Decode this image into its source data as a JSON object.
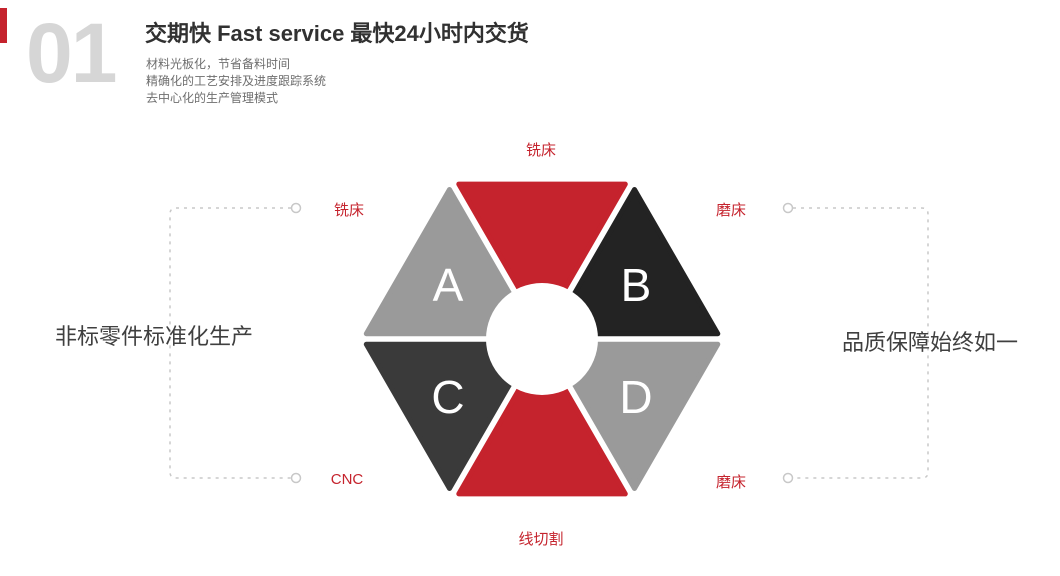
{
  "colors": {
    "accent-red": "#c5232d",
    "number-gray": "#d6d6d6",
    "title-dark": "#313131",
    "body-gray": "#6e6e6e",
    "caption-dark": "#3f3f3f",
    "dash-gray": "#c8c8c8",
    "letter-white": "#ffffff"
  },
  "header": {
    "index": "01",
    "title": "交期快  Fast service 最快24小时内交货",
    "bullets": [
      "材料光板化，节省备料时间",
      "精确化的工艺安排及进度跟踪系统",
      "去中心化的生产管理模式"
    ]
  },
  "diagram": {
    "caption_left": "非标零件标准化生产",
    "caption_right": "品质保障始终如一",
    "labels": {
      "top": "铣床",
      "left_top": "铣床",
      "right_top": "磨床",
      "left_bottom": "CNC",
      "right_bottom": "磨床",
      "bottom": "线切割"
    },
    "segments": {
      "top": {
        "color": "#c5232d"
      },
      "upper_right": {
        "color": "#232323",
        "letter": "B"
      },
      "lower_right": {
        "color": "#9a9a9a",
        "letter": "D"
      },
      "bottom": {
        "color": "#c5232d"
      },
      "lower_left": {
        "color": "#3a3a3a",
        "letter": "C"
      },
      "upper_left": {
        "color": "#9a9a9a",
        "letter": "A"
      }
    }
  }
}
